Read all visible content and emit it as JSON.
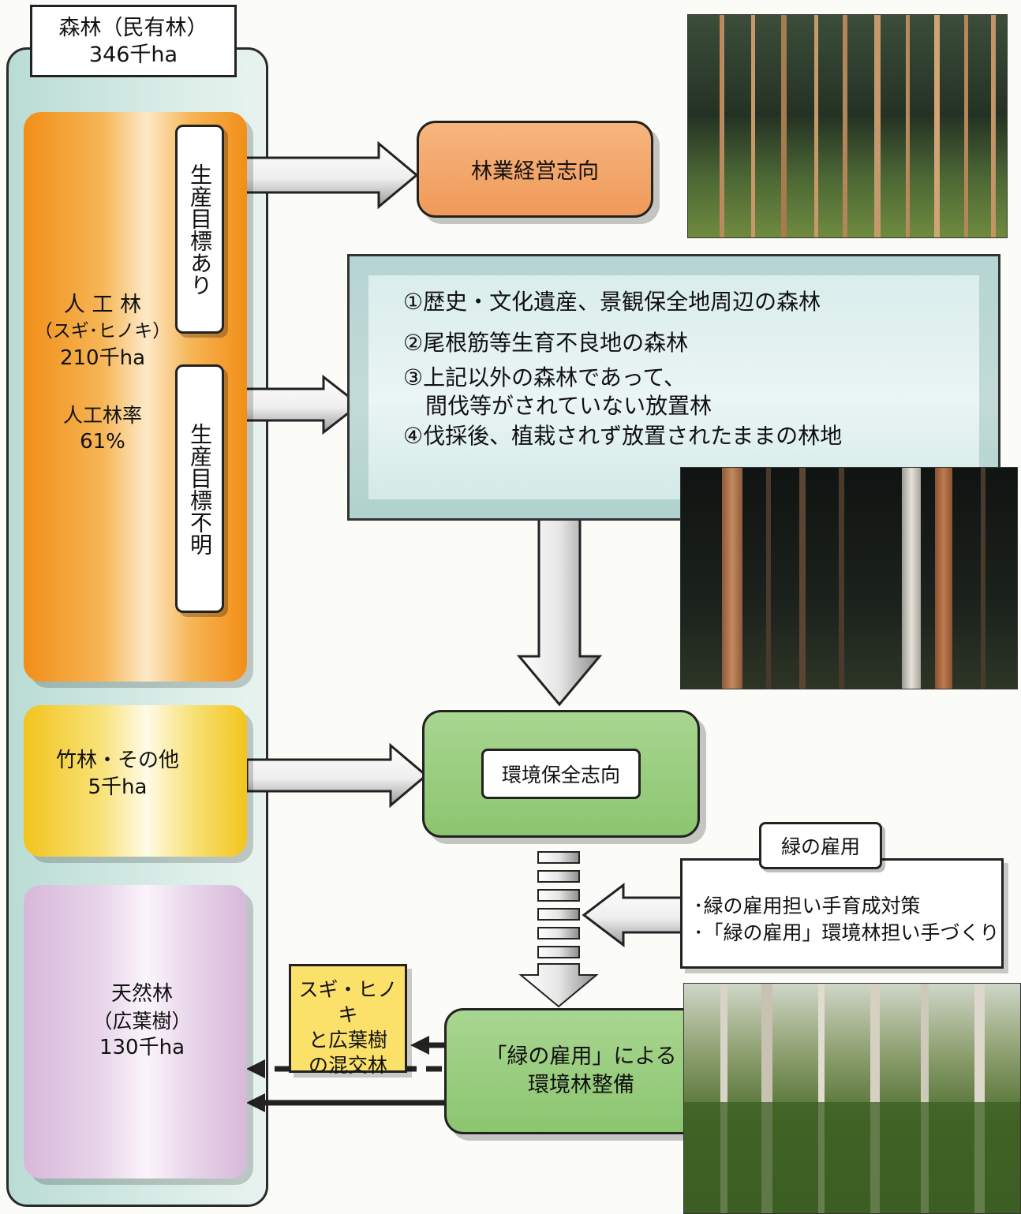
{
  "forest_total": {
    "title": "森林（民有林）",
    "area": "346千ha"
  },
  "planted": {
    "name": "人 工 林",
    "species": "（スギ･ヒノキ）",
    "area": "210千ha",
    "rate_label": "人工林率",
    "rate": "61%"
  },
  "goal_yes": "生産目標あり",
  "goal_unknown": "生産目標不明",
  "forestry_oriented": "林業経営志向",
  "criteria": [
    "①歴史・文化遺産、景観保全地周辺の森林",
    "②尾根筋等生育不良地の森林",
    "③上記以外の森林であって、",
    "間伐等がされていない放置林",
    "④伐採後、植栽されず放置されたままの林地"
  ],
  "bamboo": {
    "name": "竹林・その他",
    "area": "5千ha"
  },
  "env_oriented": "環境保全志向",
  "green_employment": {
    "title": "緑の雇用",
    "items": [
      "･緑の雇用担い手育成対策",
      "･「緑の雇用」環境林担い手づくり"
    ]
  },
  "natural": {
    "name": "天然林",
    "species": "（広葉樹）",
    "area": "130千ha"
  },
  "mixed_forest": [
    "スギ・ヒノキ",
    "と広葉樹",
    "の混交林"
  ],
  "env_forest": [
    "「緑の雇用」による",
    "環境林整備"
  ],
  "colors": {
    "orange": "#f0a062",
    "green": "#92c978",
    "yellow": "#fbe06a",
    "teal": "#cfe8e3"
  }
}
